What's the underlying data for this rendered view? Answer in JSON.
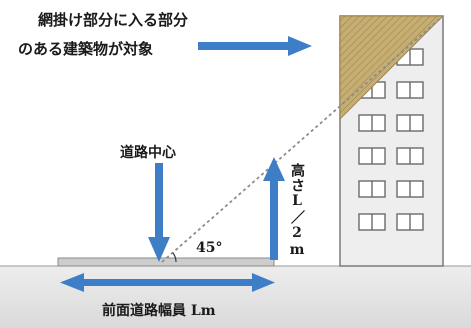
{
  "annotation": {
    "line1": "網掛け部分に入る部分",
    "line2": "のある建築物が対象"
  },
  "road_center_label": "道路中心",
  "height_label": "高さL／2m",
  "angle_label": "45°",
  "road_width_label": "前面道路幅員 Lm",
  "colors": {
    "arrow": "#3d7ec6",
    "building_fill": "#eeeeee",
    "building_outline": "#7a7a7a",
    "hatched_area": "#c6ad72",
    "ground": "#e4e4e4",
    "road": "#cdcdcd",
    "sight_line": "#8c8c8c"
  }
}
